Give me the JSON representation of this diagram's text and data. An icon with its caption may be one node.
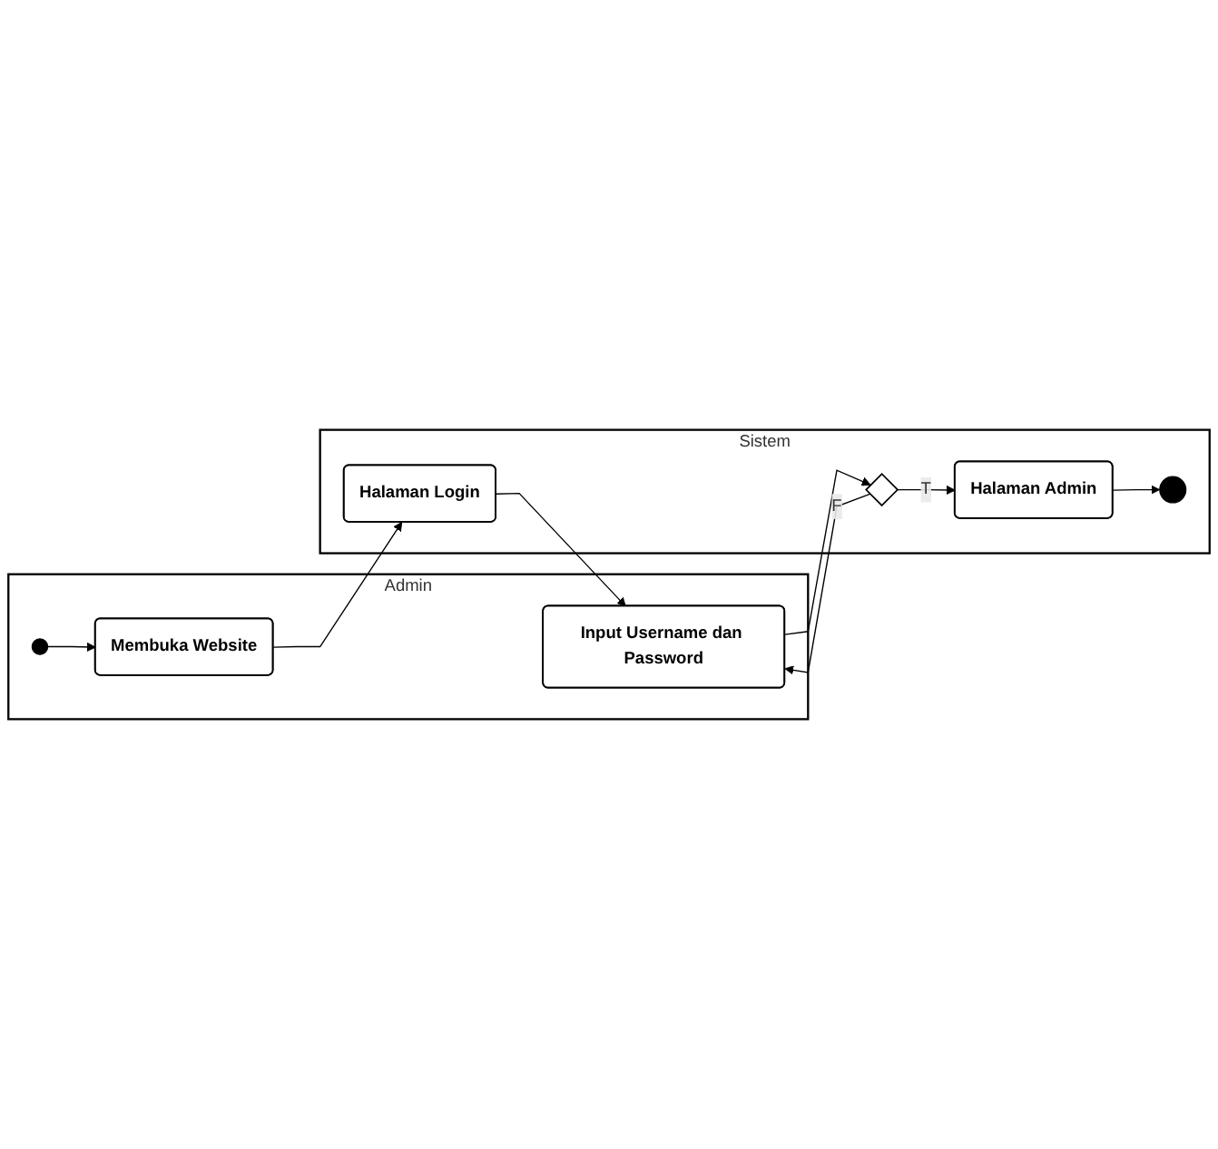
{
  "diagram": {
    "nodes": [
      {
        "text": [
          "Admin"
        ]
      },
      {
        "text": [],
        "shape": "circle",
        "in": 0
      },
      {
        "text": [
          "Membuka Website"
        ],
        "in": 0
      },
      {
        "text": [
          "Input Username dan Password"
        ],
        "in": 0
      },
      {
        "text": [
          "Sistem"
        ]
      },
      {
        "text": [
          "Halaman Login"
        ],
        "in": 4
      },
      {
        "text": [],
        "shape": "diamond",
        "in": 4
      },
      {
        "text": [
          "Halaman Admin"
        ],
        "in": 4
      },
      {
        "text": [],
        "shape": "circle",
        "in": 4
      }
    ],
    "edges": [
      {
        "from": 1,
        "to": 2,
        "arrow": "to"
      },
      {
        "from": 2,
        "to": 5,
        "arrow": "to"
      },
      {
        "from": 5,
        "to": 3,
        "arrow": "to"
      },
      {
        "from": 3,
        "to": 6,
        "arrow": "to"
      },
      {
        "from": 6,
        "to": 3,
        "label": "F",
        "arrow": "to"
      },
      {
        "from": 6,
        "to": 7,
        "label": "T",
        "arrow": "to"
      },
      {
        "from": 7,
        "to": 8,
        "arrow": "to"
      }
    ]
  }
}
